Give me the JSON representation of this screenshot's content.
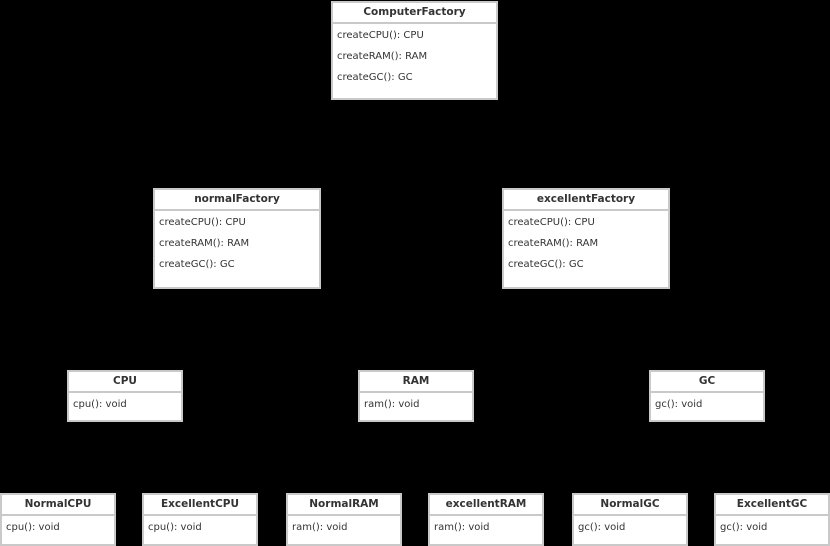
{
  "classes": {
    "computer_factory": {
      "name": "ComputerFactory",
      "methods": [
        "createCPU():  CPU",
        "createRAM():  RAM",
        "createGC():  GC"
      ]
    },
    "normal_factory": {
      "name": "normalFactory",
      "methods": [
        "createCPU():  CPU",
        "createRAM():  RAM",
        "createGC():  GC"
      ]
    },
    "excellent_factory": {
      "name": "excellentFactory",
      "methods": [
        "createCPU():  CPU",
        "createRAM():  RAM",
        "createGC():  GC"
      ]
    },
    "cpu": {
      "name": "CPU",
      "methods": [
        "cpu():  void"
      ]
    },
    "ram": {
      "name": "RAM",
      "methods": [
        "ram():  void"
      ]
    },
    "gc": {
      "name": "GC",
      "methods": [
        "gc():  void"
      ]
    },
    "normal_cpu": {
      "name": "NormalCPU",
      "methods": [
        "cpu():  void"
      ]
    },
    "excellent_cpu": {
      "name": "ExcellentCPU",
      "methods": [
        "cpu():  void"
      ]
    },
    "normal_ram": {
      "name": "NormalRAM",
      "methods": [
        "ram():  void"
      ]
    },
    "excellent_ram": {
      "name": "excellentRAM",
      "methods": [
        "ram():  void"
      ]
    },
    "normal_gc": {
      "name": "NormalGC",
      "methods": [
        "gc():  void"
      ]
    },
    "excellent_gc": {
      "name": "ExcellentGC",
      "methods": [
        "gc():  void"
      ]
    }
  },
  "colors": {
    "background": "#000000",
    "box_fill": "#ffffff",
    "box_border": "#c9c9c9",
    "text": "#333333"
  }
}
